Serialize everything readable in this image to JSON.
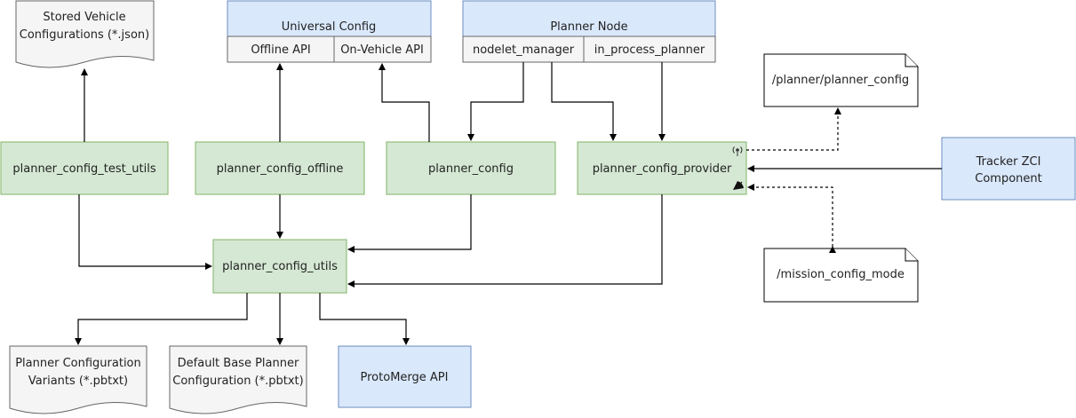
{
  "documents": {
    "stored_vehicle": [
      "Stored Vehicle",
      "Configurations (*.json)"
    ],
    "planner_variants": [
      "Planner Configuration",
      "Variants (*.pbtxt)"
    ],
    "default_base": [
      "Default Base Planner",
      "Configuration  (*.pbtxt)"
    ]
  },
  "universal_config": {
    "title": "Universal Config",
    "offline_api": "Offline API",
    "on_vehicle_api": "On-Vehicle API"
  },
  "planner_node": {
    "title": "Planner Node",
    "nodelet_manager": "nodelet_manager",
    "in_process_planner": "in_process_planner"
  },
  "modules": {
    "test_utils": "planner_config_test_utils",
    "offline": "planner_config_offline",
    "config": "planner_config",
    "provider": "planner_config_provider",
    "utils": "planner_config_utils"
  },
  "protomerge": "ProtoMerge API",
  "tracker": [
    "Tracker ZCI",
    "Component"
  ],
  "topics": {
    "planner_config": "/planner/planner_config",
    "mission_config_mode": "/mission_config_mode"
  },
  "colors": {
    "module_fill": "#d5e8d4",
    "module_stroke": "#82b366",
    "api_fill": "#dae8fc",
    "api_stroke": "#6c8ebf",
    "document_fill": "#f5f5f5"
  }
}
